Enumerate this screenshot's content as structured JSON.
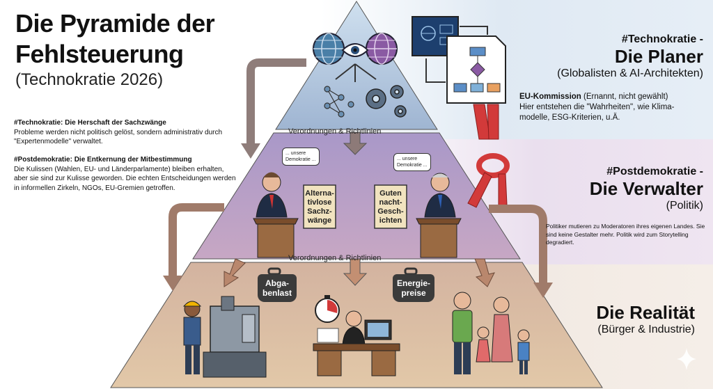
{
  "title": {
    "line1": "Die Pyramide der",
    "line2": "Fehlsteuerung",
    "subtitle": "(Technokratie 2026)"
  },
  "left_notes": {
    "technokratie": {
      "heading": "#Technokratie: Die Herschaft der Sachzwänge",
      "body": "Probleme werden nicht politisch gelöst, sondern administrativ durch \"Expertenmodelle\" verwaltet."
    },
    "postdemokratie": {
      "heading": "#Postdemokratie: Die Entkernung der Mitbestimmung",
      "body": "Die Kulissen (Wahlen, EU- und Länderparlamente) bleiben erhalten, aber sie sind zur Kulisse geworden. Die echten Entscheidungen werden in informellen Zirkeln, NGOs, EU-Gremien getroffen."
    }
  },
  "right_levels": {
    "planer": {
      "hashtag": "#Technokratie -",
      "name": "Die Planer",
      "sub": "(Globalisten & AI-Architekten)",
      "desc_bold": "EU-Kommission",
      "desc_rest": " (Ernannt, nicht gewählt)",
      "desc_line2": "Hier entstehen die \"Wahrheiten\", wie Klima-",
      "desc_line3": "modelle, ESG-Kriterien, u.Ä."
    },
    "verwalter": {
      "hashtag": "#Postdemokratie -",
      "name": "Die Verwalter",
      "sub": "(Politik)",
      "desc": "Politiker mutieren zu Moderatoren ihres eigenen Landes. Sie sind keine Gestalter mehr. Politik wird zum Storytelling degradiert."
    },
    "realitaet": {
      "name": "Die Realität",
      "sub": "(Bürger & Industrie)"
    }
  },
  "pyramid": {
    "flow_label_1": "Verordnungen & Richtlinien",
    "flow_label_2": "Verordnungen & Richtlinien",
    "speech_bubble_left": "... unsere Demokratie ...",
    "speech_bubble_right": "... unsere Demokratie ...",
    "sign_left": "Alterna-\ntivlose\nSachz-\nwänge",
    "sign_right": "Guten\nnacht-\nGesch-\nichten",
    "weight_left": "Abga-\nbenlast",
    "weight_right": "Energie-\npreise"
  },
  "colors": {
    "top_band": "#dce8f3",
    "mid_band": "#ece1ee",
    "bottom_band": "#f4ece4",
    "pyramid_top": "#9ab7d3",
    "pyramid_mid": "#b49ac4",
    "pyramid_bottom": "#d9b493",
    "arrow": "#9a8078",
    "ribbon": "#d23a3a"
  }
}
